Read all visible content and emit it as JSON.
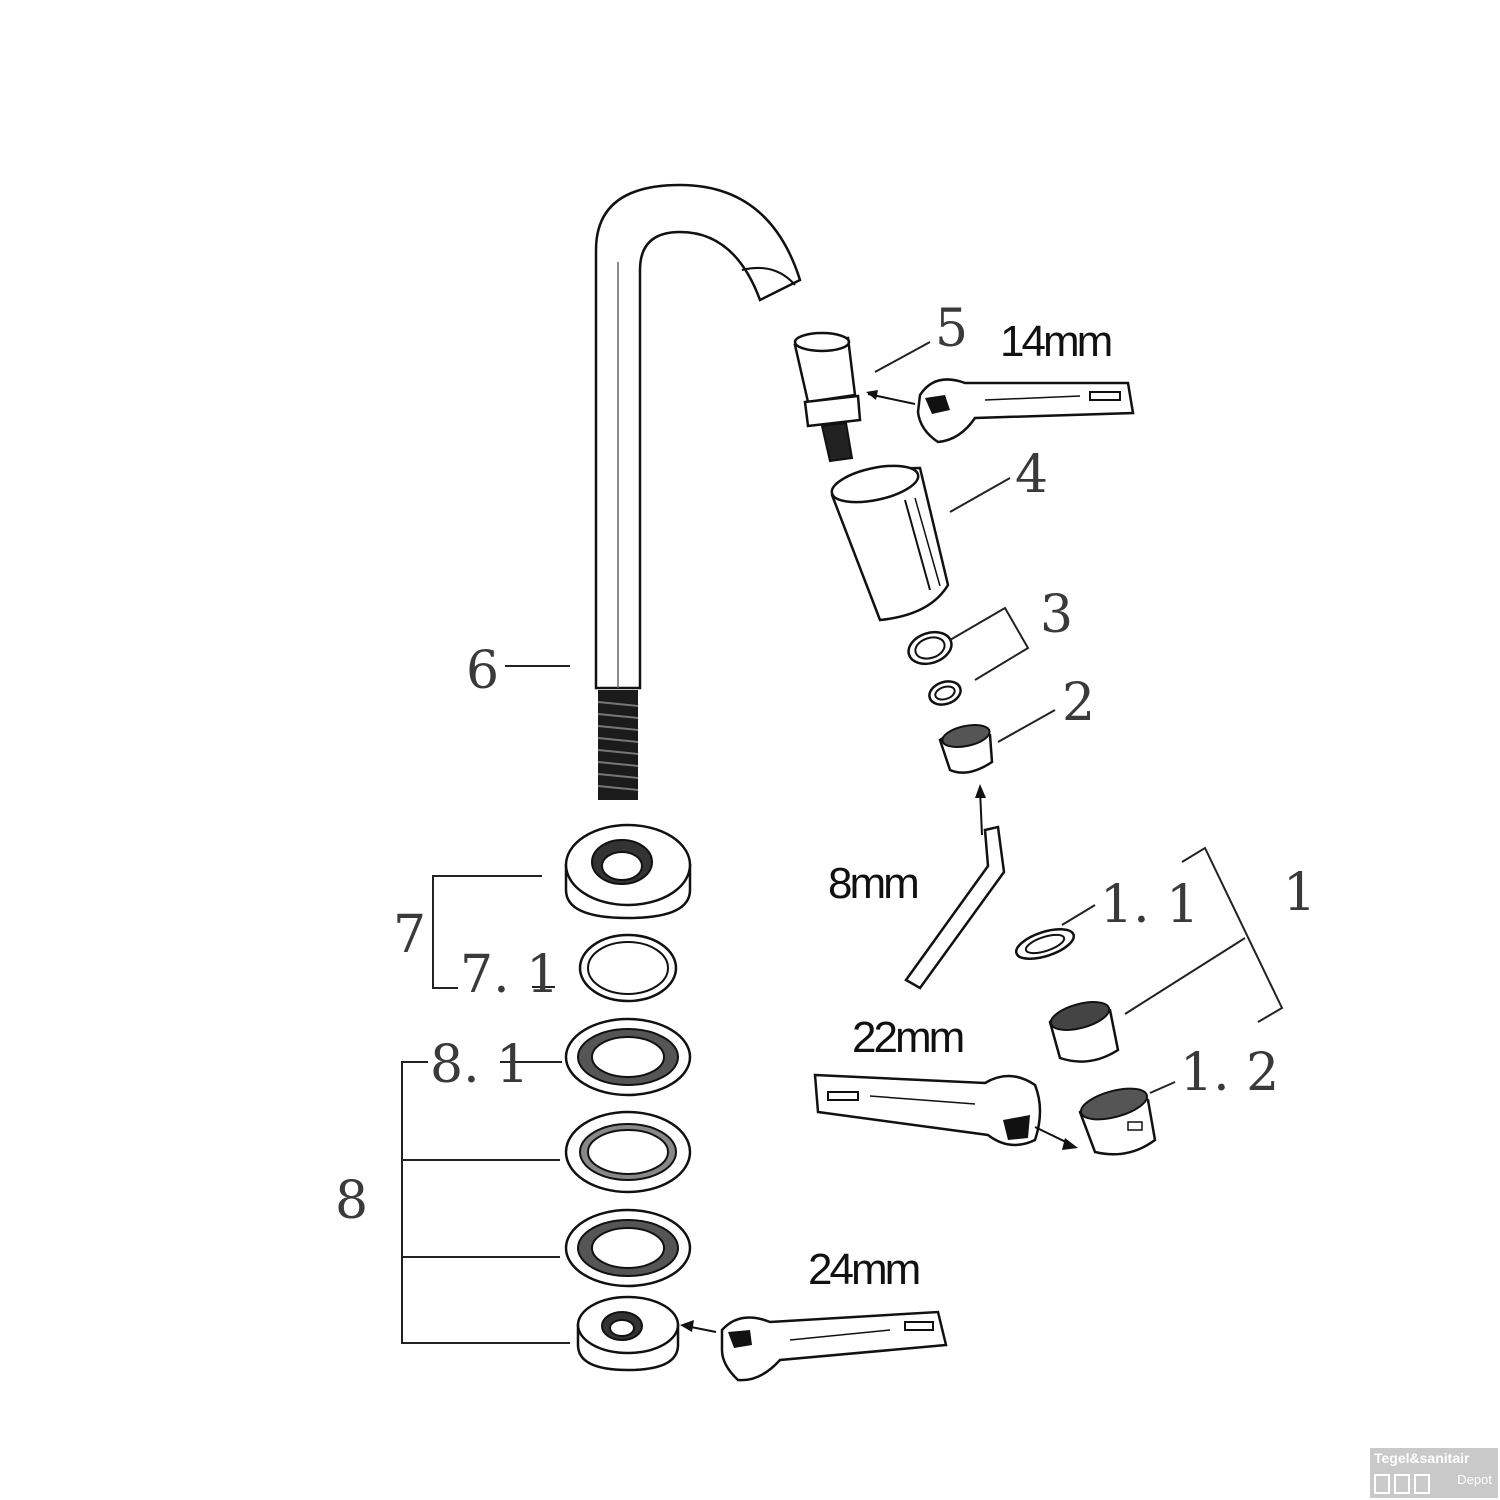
{
  "callouts": {
    "p1": "1",
    "p1_1": "1. 1",
    "p1_2": "1. 2",
    "p2": "2",
    "p3": "3",
    "p4": "4",
    "p5": "5",
    "p6": "6",
    "p7": "7",
    "p7_1": "7. 1",
    "p8": "8",
    "p8_1": "8. 1"
  },
  "tool_sizes": {
    "wrench_5": "14mm",
    "hex_key": "8mm",
    "wrench_aerator": "22mm",
    "wrench_base": "24mm"
  },
  "watermark": {
    "line1": "Tegel&sanitair",
    "line2": "Depot"
  }
}
